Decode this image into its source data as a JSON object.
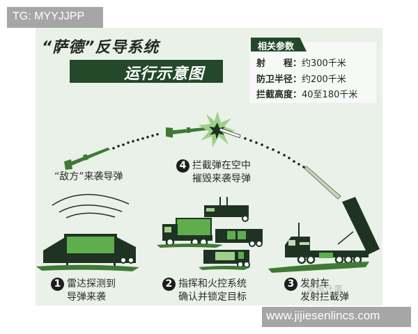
{
  "watermarks": {
    "top": "TG: MYYJJPP",
    "bottom": "www.jijiesenlincs.com",
    "faint": "吴声计事"
  },
  "poster": {
    "title": "“萨德”反导系统",
    "subtitle": "运行示意图",
    "params": {
      "header": "相关参数",
      "rows": [
        {
          "label": "射　　程：",
          "value": "约300千米"
        },
        {
          "label": "防卫半径：",
          "value": "约200千米"
        },
        {
          "label": "拦截高度：",
          "value": "40至180千米"
        }
      ]
    },
    "enemy_missile_label": "“敌方”来袭导弹",
    "steps": [
      {
        "num": "1",
        "line1": "雷达探测到",
        "line2": "导弹来袭"
      },
      {
        "num": "2",
        "line1": "指挥和火控系统",
        "line2": "确认并锁定目标"
      },
      {
        "num": "3",
        "line1": "发射车",
        "line2": "发射拦截弹"
      },
      {
        "num": "4",
        "line1": "拦截弹在空中",
        "line2": "摧毁来袭导弹"
      }
    ],
    "colors": {
      "background": "#eaf1e8",
      "dark_green": "#23492a",
      "vehicle_dark": "#1f3323",
      "light_green": "#5fae4e",
      "burst": "#9fd08a"
    }
  }
}
